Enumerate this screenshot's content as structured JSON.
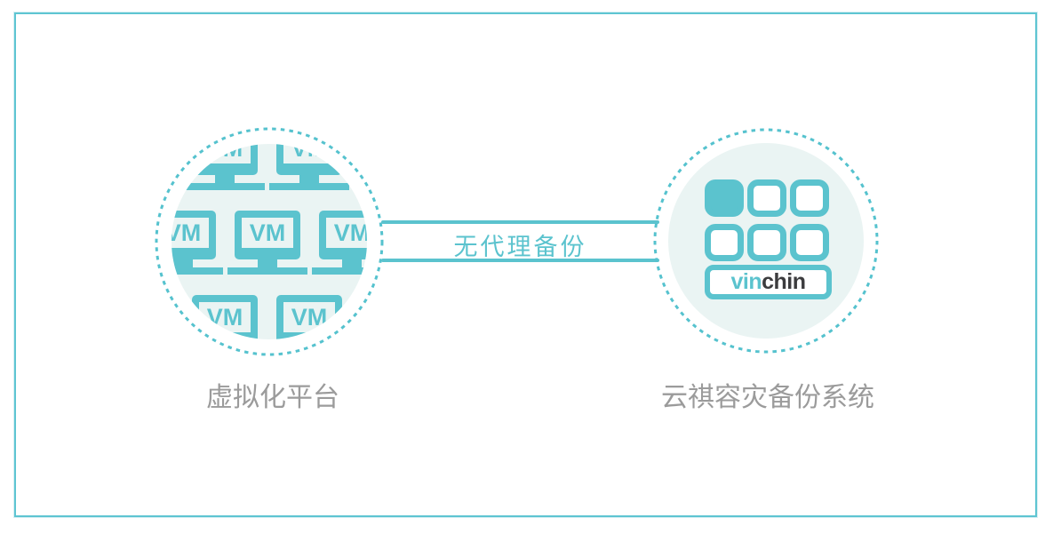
{
  "colors": {
    "teal": "#5BC3CE",
    "teal_ring": "#55C2CE",
    "frame_border": "#5EC5D2",
    "disc_bg": "#EAF4F3",
    "label_gray": "#9B9B9B",
    "brand_dark": "#3C3C3E"
  },
  "diagram": {
    "left_node": {
      "icon": "vm-monitor-pattern-icon",
      "vm_label": "VM",
      "label": "虚拟化平台"
    },
    "connector": {
      "label": "无代理备份"
    },
    "right_node": {
      "icon": "vinchin-logo",
      "brand_primary": "vin",
      "brand_secondary": "chin",
      "label": "云祺容灾备份系统"
    }
  }
}
